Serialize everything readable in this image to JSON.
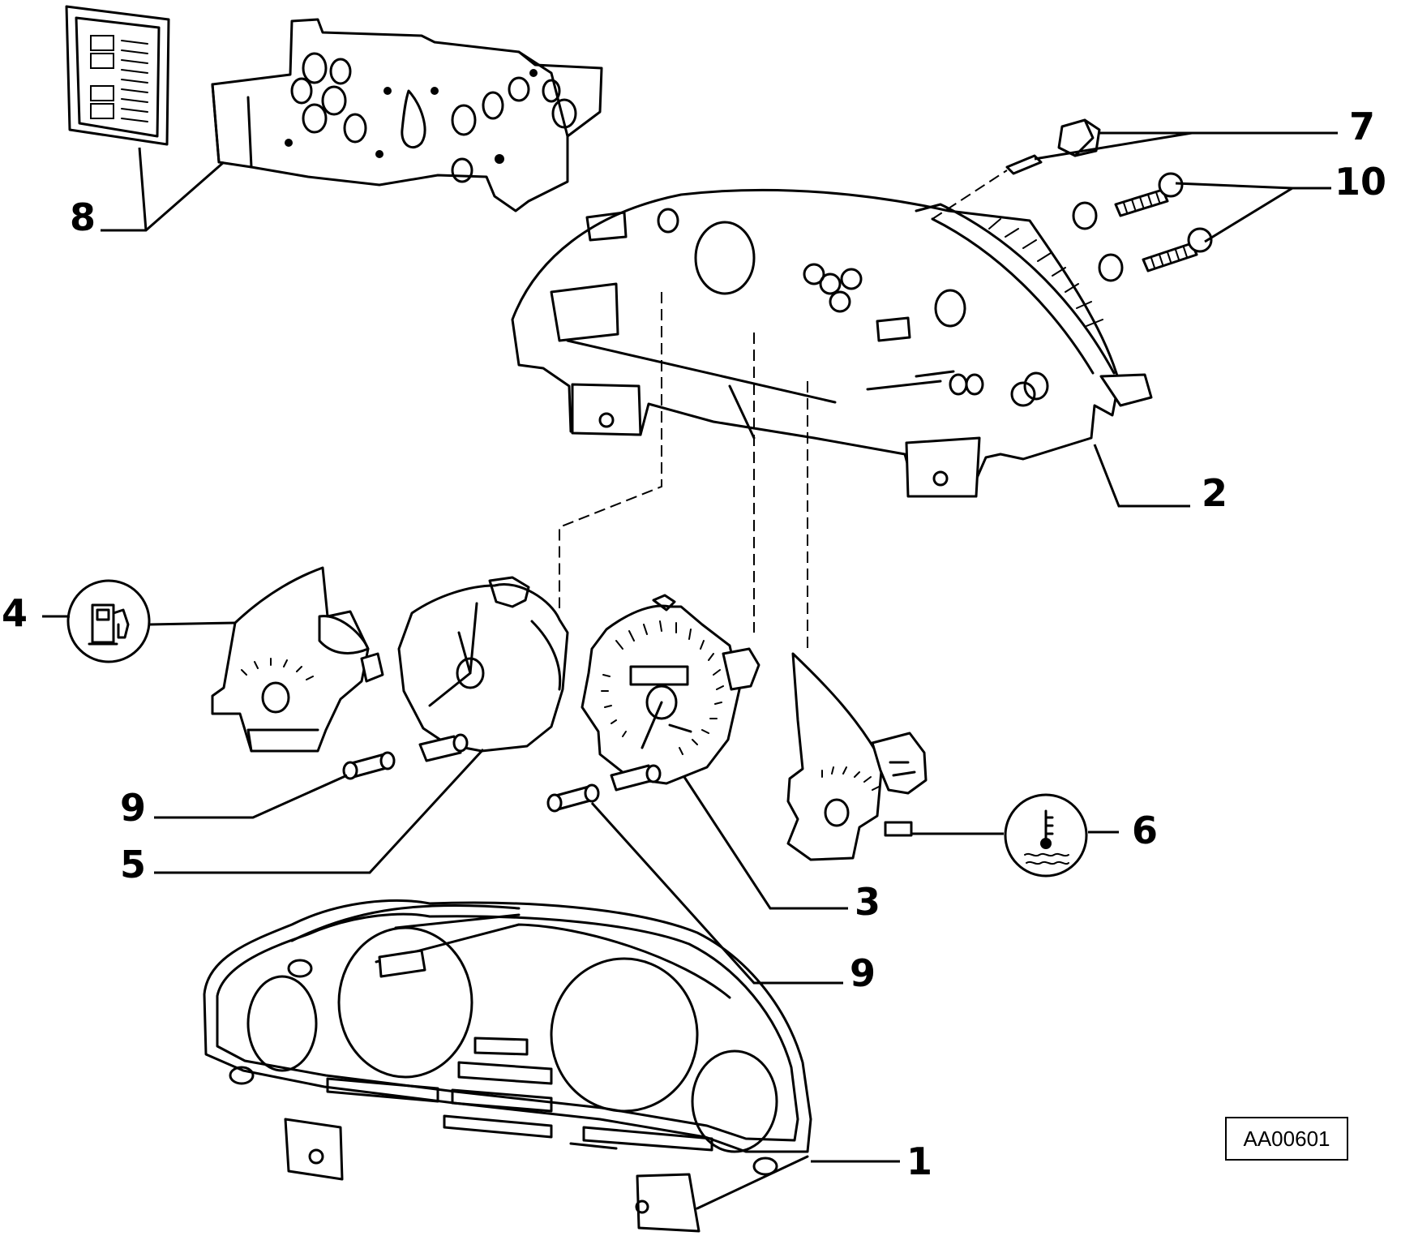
{
  "figure": {
    "reference_code": "AA00601",
    "parts": [
      {
        "id": "1",
        "label": "1"
      },
      {
        "id": "2",
        "label": "2"
      },
      {
        "id": "3",
        "label": "3"
      },
      {
        "id": "4",
        "label": "4",
        "icon": "fuel-pump-icon"
      },
      {
        "id": "5",
        "label": "5"
      },
      {
        "id": "6",
        "label": "6",
        "icon": "coolant-temperature-icon"
      },
      {
        "id": "7",
        "label": "7"
      },
      {
        "id": "8",
        "label": "8"
      },
      {
        "id": "9a",
        "label": "9"
      },
      {
        "id": "9b",
        "label": "9"
      },
      {
        "id": "10",
        "label": "10"
      }
    ]
  }
}
